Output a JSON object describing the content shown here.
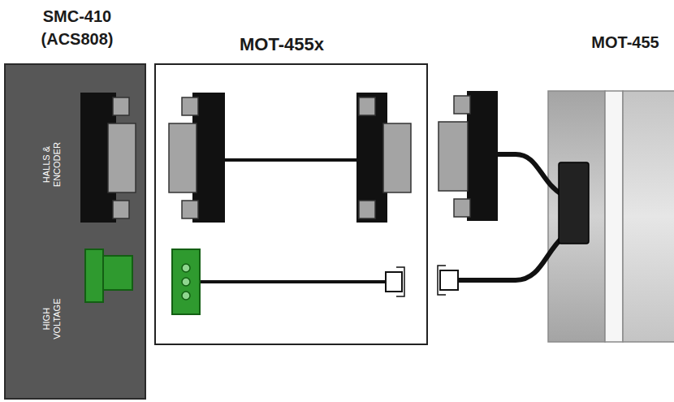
{
  "diagram": {
    "nodes": [
      {
        "text": [
          "SMC-410 (ACS808)",
          "HALLS & ENCODER",
          "HIGH VOLTAGE"
        ]
      },
      {
        "text": [
          "MOT-455x"
        ]
      },
      {
        "text": [
          "MOT-455"
        ]
      }
    ]
  }
}
